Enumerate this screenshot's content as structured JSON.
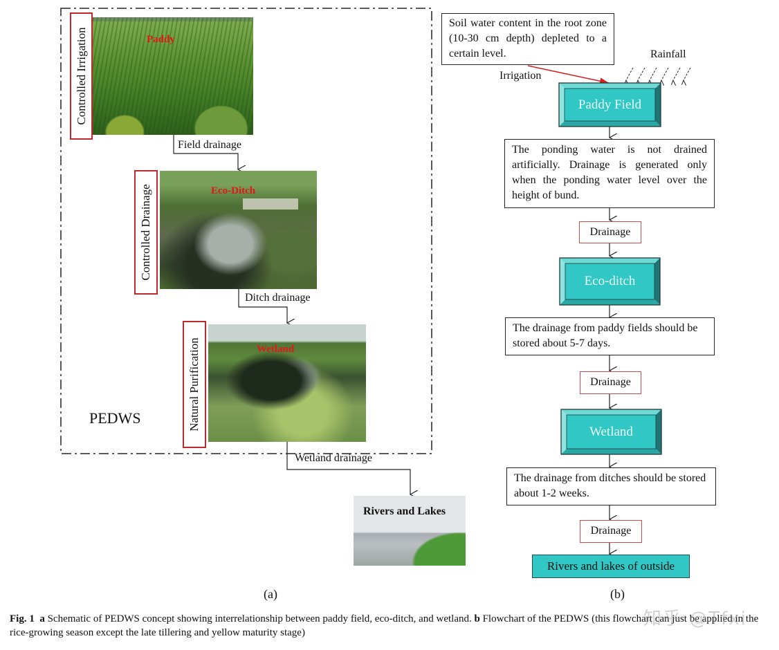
{
  "panel_a": {
    "label": "(a)",
    "system_label": "PEDWS",
    "stages": [
      {
        "photo_title": "Paddy",
        "side_label": "Controlled Irrigation",
        "drain_label": "Field drainage"
      },
      {
        "photo_title": "Eco-Ditch",
        "side_label": "Controlled Drainage",
        "drain_label": "Ditch drainage"
      },
      {
        "photo_title": "Wetland",
        "side_label": "Natural Purification",
        "drain_label": "Wetland drainage"
      }
    ],
    "destination": {
      "photo_title": "Rivers and Lakes"
    }
  },
  "panel_b": {
    "label": "(b)",
    "trigger_text": "Soil water content in the root zone (10-30 cm depth) depleted to a certain level.",
    "irrigation_label": "Irrigation",
    "rainfall_label": "Rainfall",
    "nodes": [
      {
        "name": "Paddy Field",
        "note": "The ponding  water  is not drained artificially. Drainage is generated only when the ponding water  level over the height of bund."
      },
      {
        "name": "Eco-ditch",
        "note": "The drainage from paddy fields should be stored about 5-7 days."
      },
      {
        "name": "Wetland",
        "note": "The drainage from ditches should be stored about 1-2 weeks."
      }
    ],
    "drainage_label": "Drainage",
    "final_node": "Rivers and lakes of outside"
  },
  "caption": {
    "fig": "Fig. 1",
    "a_marker": "a",
    "a_text": "Schematic of PEDWS concept showing interrelationship between paddy field, eco-ditch, and wetland.",
    "b_marker": "b",
    "b_text": "Flowchart of the PEDWS (this flowchart can just be applied in the rice-growing season except the late tillering and yellow maturity stage)"
  },
  "watermark": "知乎 @Tfxi",
  "colors": {
    "teal_face": "#30c7c4",
    "teal_light": "#6fd9d6",
    "teal_dark": "#1f7573",
    "red_label": "#c0282d",
    "red_arrow": "#d02020"
  }
}
